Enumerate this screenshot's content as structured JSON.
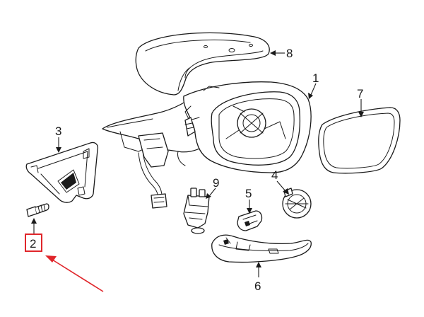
{
  "callouts": [
    {
      "id": "1",
      "label": "1"
    },
    {
      "id": "2",
      "label": "2"
    },
    {
      "id": "3",
      "label": "3"
    },
    {
      "id": "4",
      "label": "4"
    },
    {
      "id": "5",
      "label": "5"
    },
    {
      "id": "6",
      "label": "6"
    },
    {
      "id": "7",
      "label": "7"
    },
    {
      "id": "8",
      "label": "8"
    },
    {
      "id": "9",
      "label": "9"
    }
  ],
  "highlight": {
    "target": "2",
    "color": "#e0262b"
  },
  "colors": {
    "line": "#1a1a1a",
    "background": "#ffffff"
  }
}
